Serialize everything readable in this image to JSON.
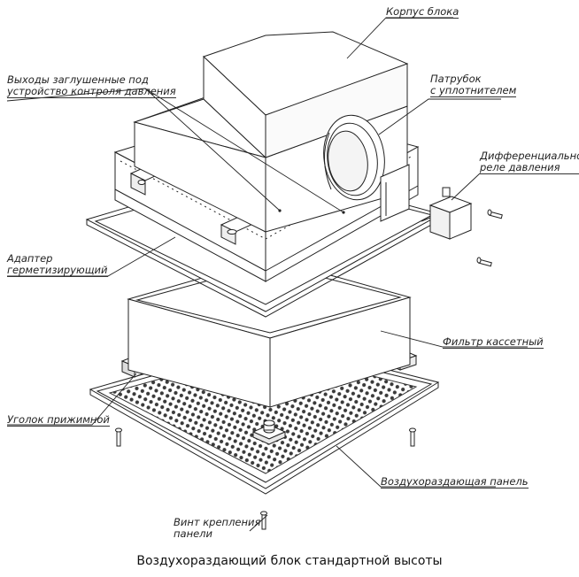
{
  "labels": {
    "housing": "Корпус блока",
    "outlets_line1": "Выходы заглушенные под",
    "outlets_line2": "устройство контроля давления",
    "spigot_line1": "Патрубок",
    "spigot_line2": "с уплотнителем",
    "relay_line1": "Дифференциальное",
    "relay_line2": "реле давления",
    "adapter_line1": "Адаптер",
    "adapter_line2": "герметизирующий",
    "filter": "Фильтр кассетный",
    "bracket": "Уголок прижимной",
    "panel": "Воздухораздающая панель",
    "screw_line1": "Винт крепления",
    "screw_line2": "панели"
  },
  "caption": "Воздухораздающий блок стандартной высоты"
}
